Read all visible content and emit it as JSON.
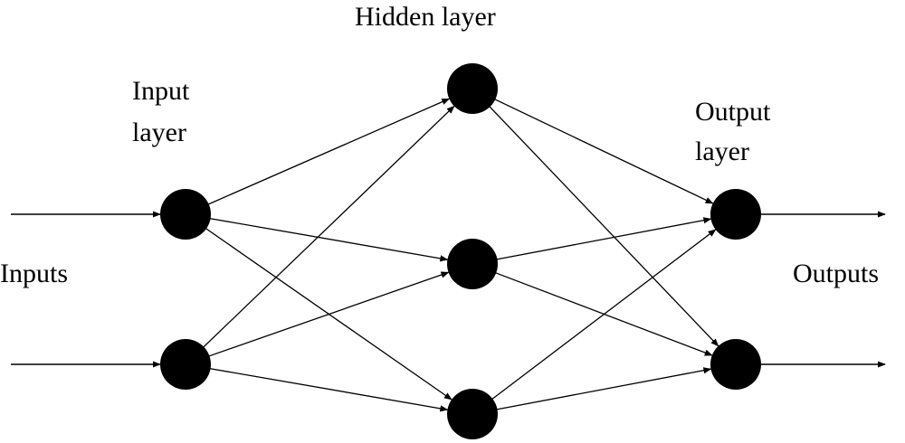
{
  "labels": {
    "hidden_layer": "Hidden layer",
    "input_layer_line1": "Input",
    "input_layer_line2": "layer",
    "output_layer_line1": "Output",
    "output_layer_line2": "layer",
    "inputs": "Inputs",
    "outputs": "Outputs"
  },
  "network": {
    "layers": [
      {
        "id": "input",
        "node_count": 2
      },
      {
        "id": "hidden",
        "node_count": 3
      },
      {
        "id": "output",
        "node_count": 2
      }
    ],
    "fully_connected": true,
    "input_arrows": 2,
    "output_arrows": 2
  }
}
